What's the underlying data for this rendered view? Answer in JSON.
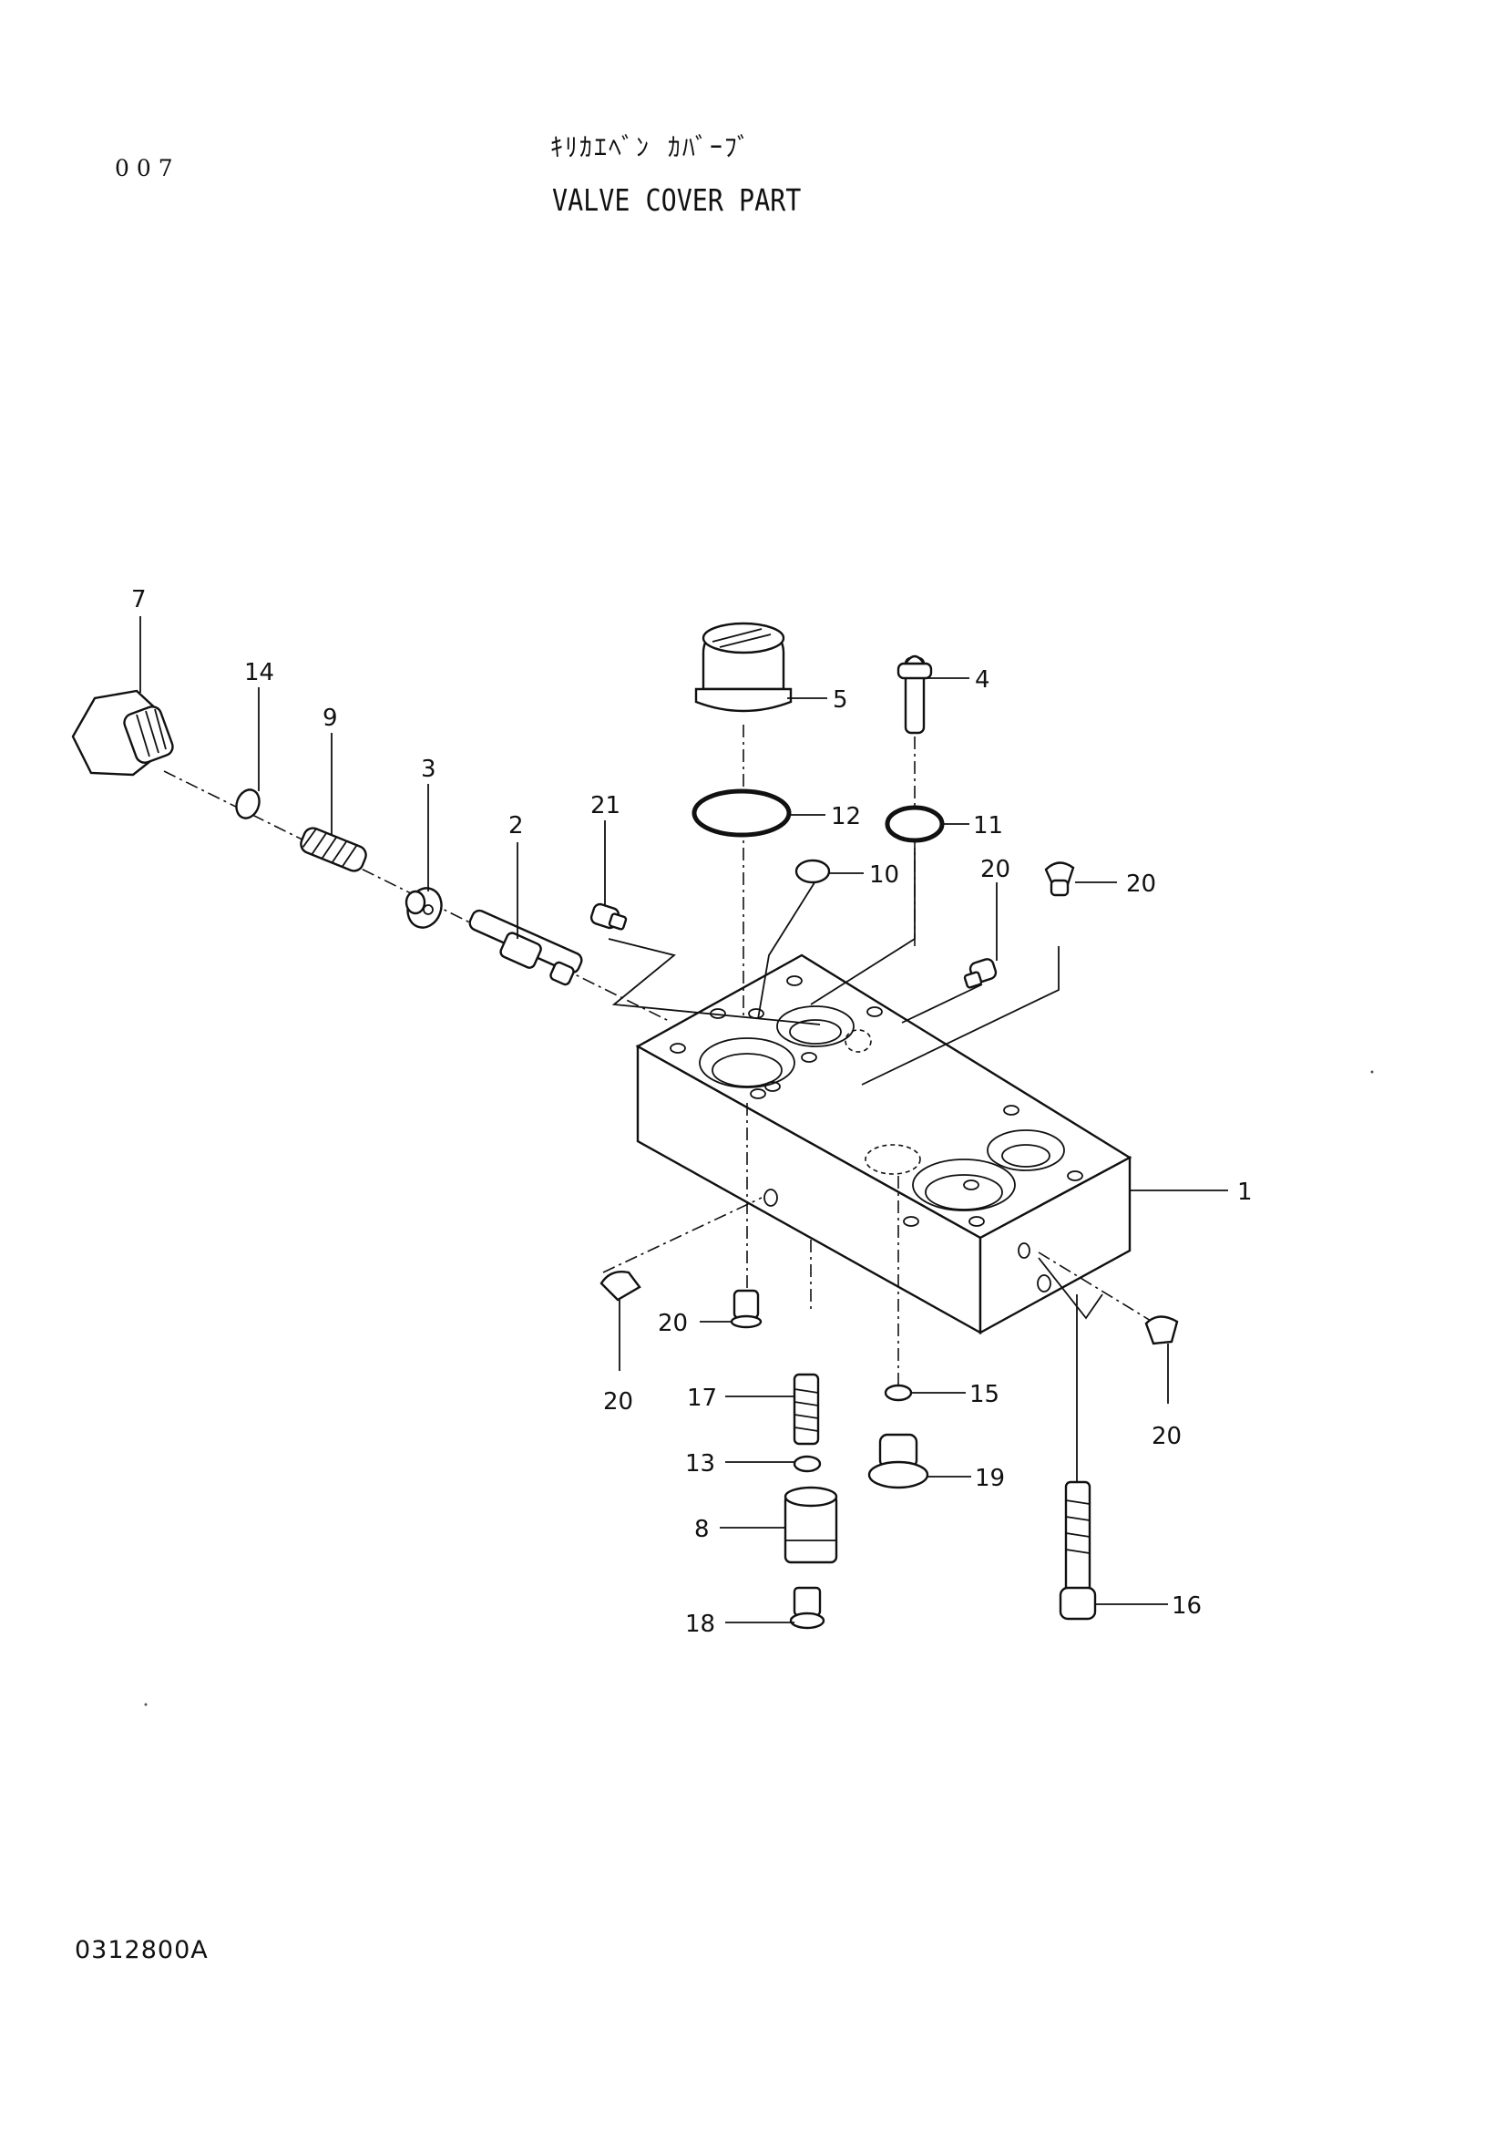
{
  "header": {
    "page_number": "007",
    "title_jp": "ｷﾘｶｴﾍﾞﾝ ｶﾊﾞｰﾌﾞ",
    "title_en": "VALVE COVER PART"
  },
  "footer": {
    "drawing_code": "0312800A"
  },
  "callouts": [
    {
      "id": "c1",
      "label": "1"
    },
    {
      "id": "c2",
      "label": "2"
    },
    {
      "id": "c3",
      "label": "3"
    },
    {
      "id": "c4",
      "label": "4"
    },
    {
      "id": "c5",
      "label": "5"
    },
    {
      "id": "c7",
      "label": "7"
    },
    {
      "id": "c8",
      "label": "8"
    },
    {
      "id": "c9",
      "label": "9"
    },
    {
      "id": "c10",
      "label": "10"
    },
    {
      "id": "c11",
      "label": "11"
    },
    {
      "id": "c12",
      "label": "12"
    },
    {
      "id": "c13",
      "label": "13"
    },
    {
      "id": "c14",
      "label": "14"
    },
    {
      "id": "c15",
      "label": "15"
    },
    {
      "id": "c16",
      "label": "16"
    },
    {
      "id": "c17",
      "label": "17"
    },
    {
      "id": "c18",
      "label": "18"
    },
    {
      "id": "c19",
      "label": "19"
    },
    {
      "id": "c20a",
      "label": "20"
    },
    {
      "id": "c20b",
      "label": "20"
    },
    {
      "id": "c20c",
      "label": "20"
    },
    {
      "id": "c20d",
      "label": "20"
    },
    {
      "id": "c20e",
      "label": "20"
    },
    {
      "id": "c21",
      "label": "21"
    }
  ]
}
